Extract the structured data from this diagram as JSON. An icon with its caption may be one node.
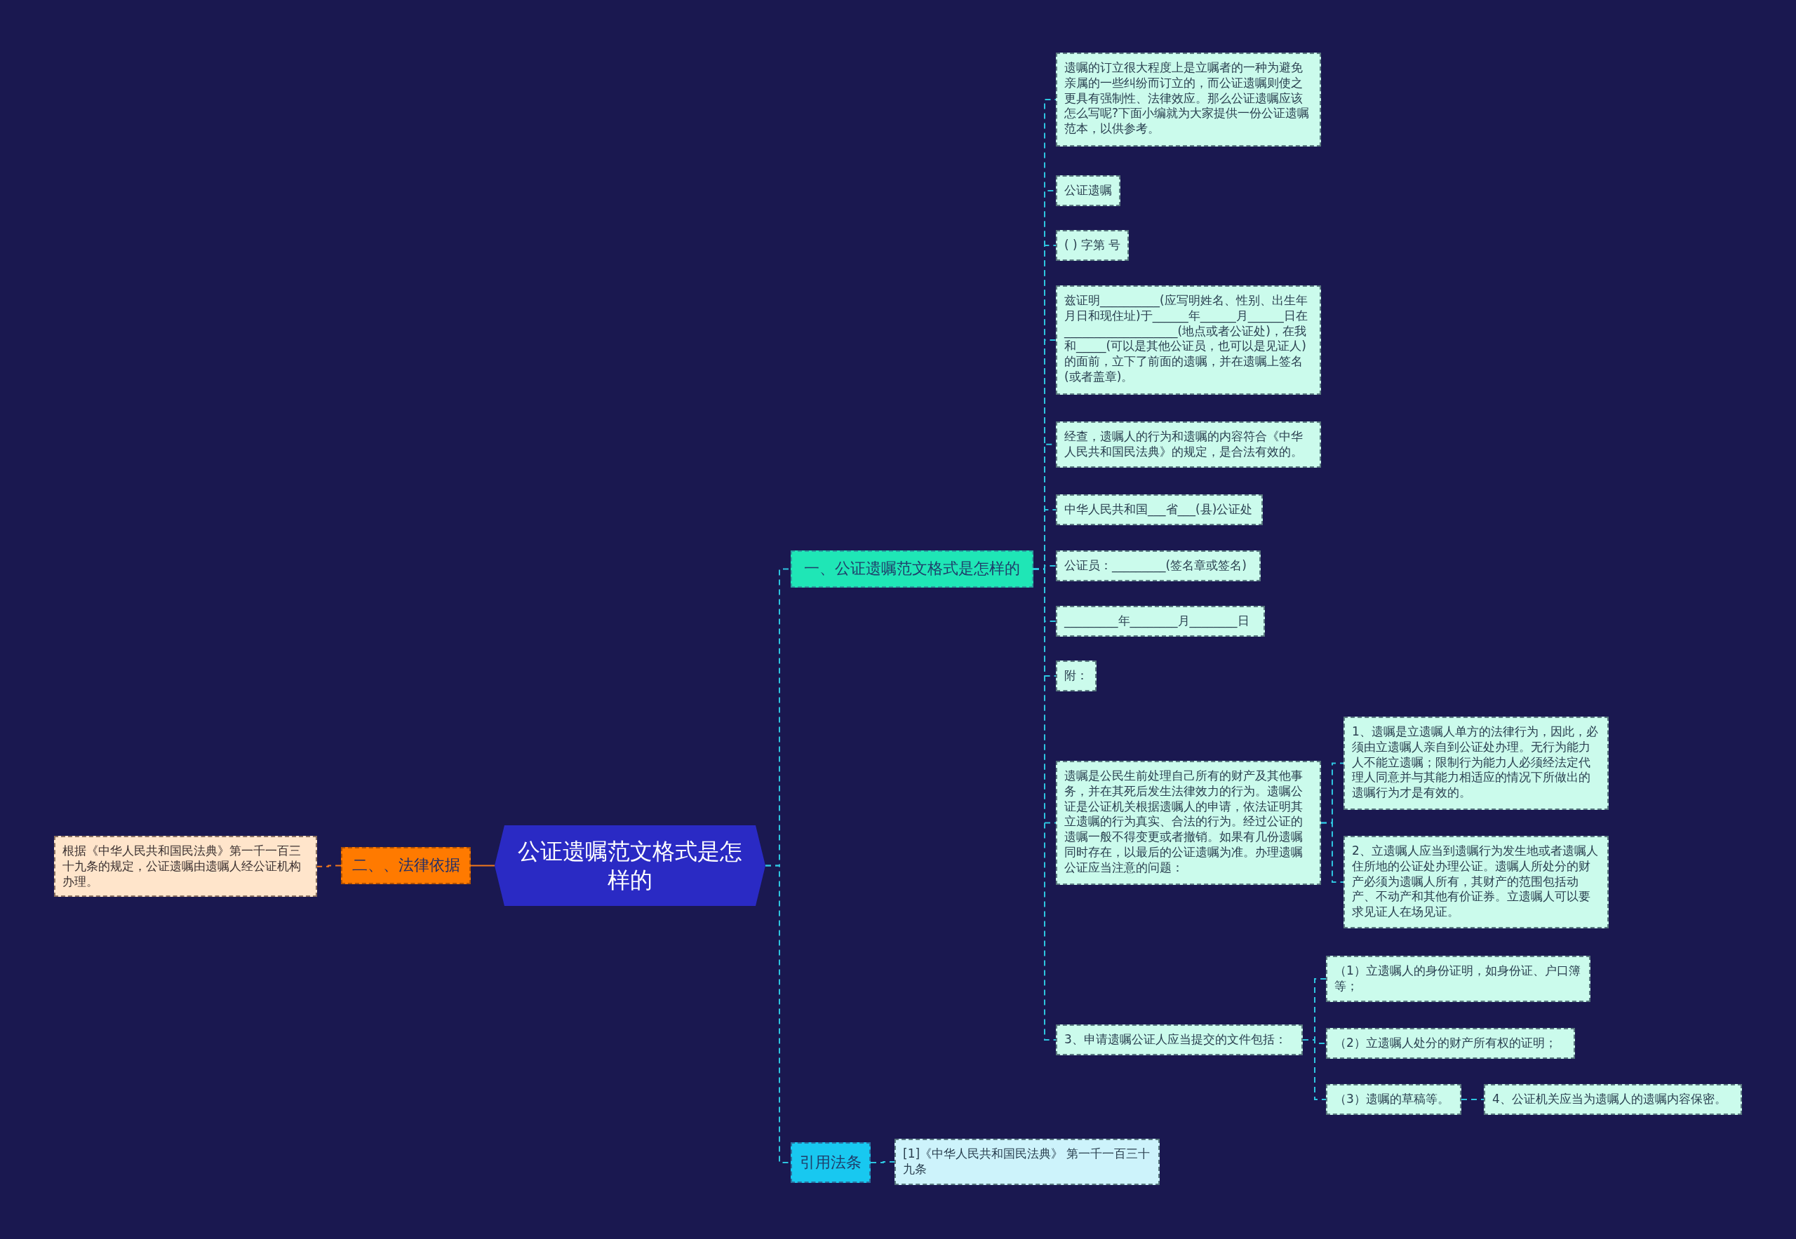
{
  "diagram": {
    "nodes": [
      {
        "text": [
          "公证遗嘱范文格式是怎样的"
        ]
      },
      {
        "text": [
          "一、公证遗嘱范文格式是怎样的"
        ]
      },
      {
        "text": [
          "遗嘱的订立很大程度上是立嘱者的一种为避免亲属的一些纠纷而订立的，而公证遗嘱则使之更具有强制性、法律效应。那么公证遗嘱应该怎么写呢?下面小编就为大家提供一份公证遗嘱范本，以供参考。"
        ]
      },
      {
        "text": [
          "公证遗嘱"
        ]
      },
      {
        "text": [
          "( ) 字第 号"
        ]
      },
      {
        "text": [
          "兹证明__________(应写明姓名、性别、出生年月日和现住址)于______年______月______日在___________________(地点或者公证处)，在我和_____(可以是其他公证员，也可以是见证人)的面前，立下了前面的遗嘱，并在遗嘱上签名(或者盖章)。"
        ]
      },
      {
        "text": [
          "经查，遗嘱人的行为和遗嘱的内容符合《中华人民共和国民法典》的规定，是合法有效的。"
        ]
      },
      {
        "text": [
          "中华人民共和国___省___(县)公证处"
        ]
      },
      {
        "text": [
          "公证员：_________(签名章或签名)"
        ]
      },
      {
        "text": [
          "_________年________月________日"
        ]
      },
      {
        "text": [
          "附："
        ]
      },
      {
        "text": [
          "遗嘱是公民生前处理自己所有的财产及其他事务，并在其死后发生法律效力的行为。遗嘱公证是公证机关根据遗嘱人的申请，依法证明其立遗嘱的行为真实、合法的行为。经过公证的遗嘱一般不得变更或者撤销。如果有几份遗嘱同时存在，以最后的公证遗嘱为准。办理遗嘱公证应当注意的问题："
        ]
      },
      {
        "text": [
          "1、遗嘱是立遗嘱人单方的法律行为，因此，必须由立遗嘱人亲自到公证处办理。无行为能力人不能立遗嘱；限制行为能力人必须经法定代理人同意并与其能力相适应的情况下所做出的遗嘱行为才是有效的。"
        ]
      },
      {
        "text": [
          "2、立遗嘱人应当到遗嘱行为发生地或者遗嘱人住所地的公证处办理公证。遗嘱人所处分的财产必须为遗嘱人所有，其财产的范围包括动产、不动产和其他有价证券。立遗嘱人可以要求见证人在场见证。"
        ]
      },
      {
        "text": [
          "3、申请遗嘱公证人应当提交的文件包括："
        ]
      },
      {
        "text": [
          "（1）立遗嘱人的身份证明，如身份证、户口簿等；"
        ]
      },
      {
        "text": [
          "（2）立遗嘱人处分的财产所有权的证明；"
        ]
      },
      {
        "text": [
          "（3）遗嘱的草稿等。"
        ]
      },
      {
        "text": [
          "4、公证机关应当为遗嘱人的遗嘱内容保密。"
        ]
      },
      {
        "text": [
          "引用法条"
        ]
      },
      {
        "text": [
          "[1]《中华人民共和国民法典》 第一千一百三十九条"
        ]
      },
      {
        "text": [
          "二、、法律依据"
        ]
      },
      {
        "text": [
          "根据《中华人民共和国民法典》第一千一百三十九条的规定，公证遗嘱由遗嘱人经公证机构办理。"
        ]
      }
    ],
    "edges": [
      {
        "from": 0,
        "to": 1,
        "arrow": "none",
        "style": "dashed"
      },
      {
        "from": 1,
        "to": 2,
        "arrow": "none",
        "style": "dashed"
      },
      {
        "from": 1,
        "to": 3,
        "arrow": "none",
        "style": "dashed"
      },
      {
        "from": 1,
        "to": 4,
        "arrow": "none",
        "style": "dashed"
      },
      {
        "from": 1,
        "to": 5,
        "arrow": "none",
        "style": "dashed"
      },
      {
        "from": 1,
        "to": 6,
        "arrow": "none",
        "style": "dashed"
      },
      {
        "from": 1,
        "to": 7,
        "arrow": "none",
        "style": "dashed"
      },
      {
        "from": 1,
        "to": 8,
        "arrow": "none",
        "style": "dashed"
      },
      {
        "from": 1,
        "to": 9,
        "arrow": "none",
        "style": "dashed"
      },
      {
        "from": 1,
        "to": 10,
        "arrow": "none",
        "style": "dashed"
      },
      {
        "from": 1,
        "to": 11,
        "arrow": "none",
        "style": "dashed"
      },
      {
        "from": 11,
        "to": 12,
        "arrow": "none",
        "style": "dashed"
      },
      {
        "from": 11,
        "to": 13,
        "arrow": "none",
        "style": "dashed"
      },
      {
        "from": 1,
        "to": 14,
        "arrow": "none",
        "style": "dashed"
      },
      {
        "from": 14,
        "to": 15,
        "arrow": "none",
        "style": "dashed"
      },
      {
        "from": 14,
        "to": 16,
        "arrow": "none",
        "style": "dashed"
      },
      {
        "from": 14,
        "to": 17,
        "arrow": "none",
        "style": "dashed"
      },
      {
        "from": 17,
        "to": 18,
        "arrow": "none",
        "style": "dashed"
      },
      {
        "from": 0,
        "to": 19,
        "arrow": "none",
        "style": "dashed"
      },
      {
        "from": 19,
        "to": 20,
        "arrow": "none",
        "style": "dashed"
      },
      {
        "from": 0,
        "to": 21,
        "arrow": "none",
        "color": "#f2781c"
      },
      {
        "from": 21,
        "to": 22,
        "arrow": "none",
        "style": "dashed",
        "color": "#f2781c"
      }
    ]
  }
}
